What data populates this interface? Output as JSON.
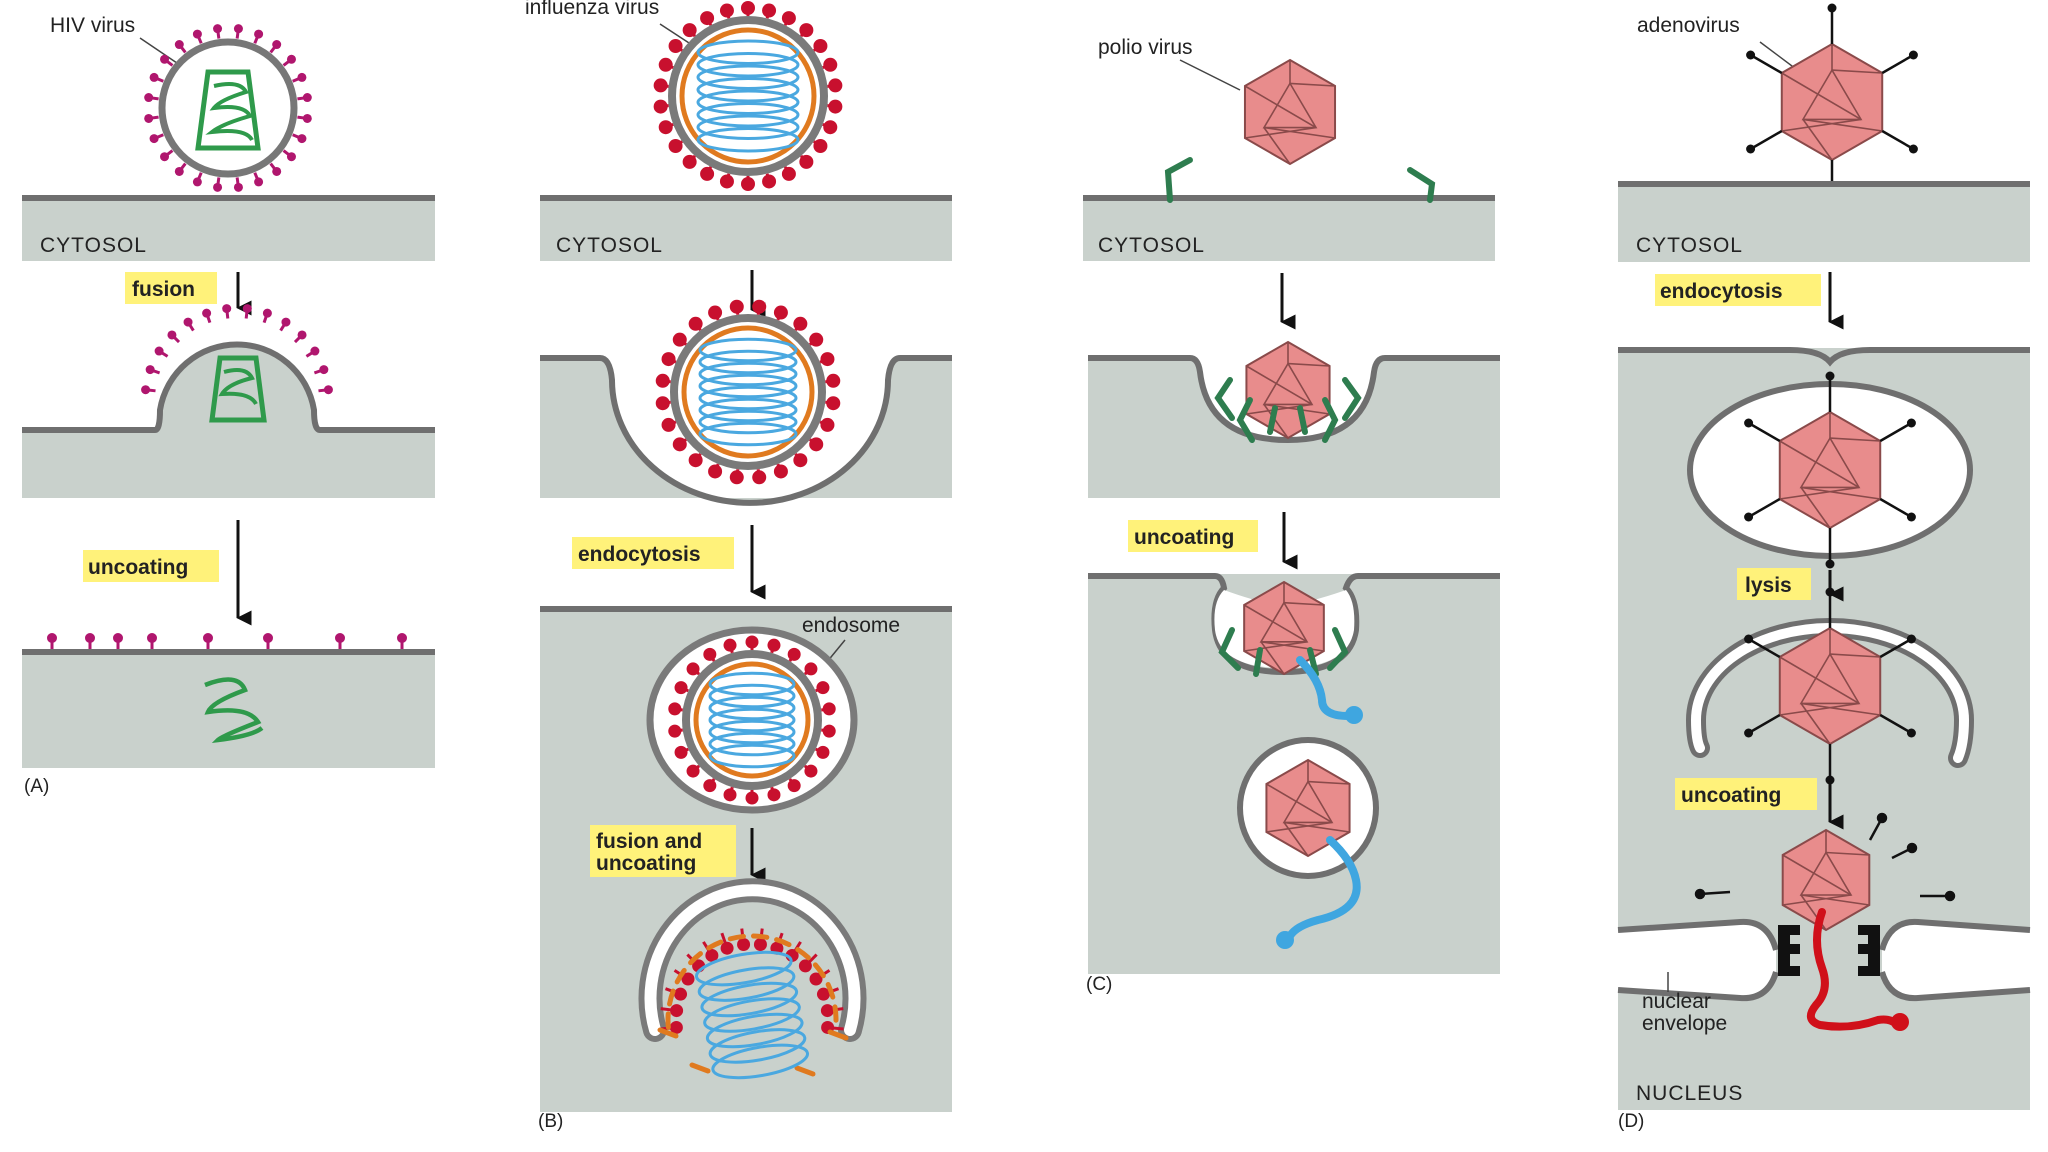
{
  "panel_a": {
    "virus_label": "HIV virus",
    "cytosol_label": "CYTOSOL",
    "step1": "fusion",
    "step2": "uncoating",
    "panel_letter": "(A)"
  },
  "panel_b": {
    "virus_label": "influenza virus",
    "cytosol_label": "CYTOSOL",
    "step1": "endocytosis",
    "endosome_label": "endosome",
    "step2_line1": "fusion and",
    "step2_line2": "uncoating",
    "panel_letter": "(B)"
  },
  "panel_c": {
    "virus_label": "polio virus",
    "cytosol_label": "CYTOSOL",
    "step1": "uncoating",
    "panel_letter": "(C)"
  },
  "panel_d": {
    "virus_label": "adenovirus",
    "cytosol_label": "CYTOSOL",
    "step1": "endocytosis",
    "step2": "lysis",
    "step3": "uncoating",
    "envelope_line1": "nuclear",
    "envelope_line2": "envelope",
    "nucleus_label": "NUCLEUS",
    "panel_letter": "(D)"
  },
  "colors": {
    "cytosol": "#c9d1cc",
    "membrane": "#6f6f6f",
    "hiv_spike": "#b0166e",
    "hiv_genome": "#2f9a4b",
    "flu_spike": "#c8102e",
    "flu_matrix": "#e07a1f",
    "flu_genome": "#4aa8e0",
    "capsid": "#e88c8c",
    "polio_receptor": "#2e7d4f",
    "polio_rna": "#3fa6e0",
    "adeno_dna": "#d0101a",
    "label_bg": "#fff27a"
  }
}
